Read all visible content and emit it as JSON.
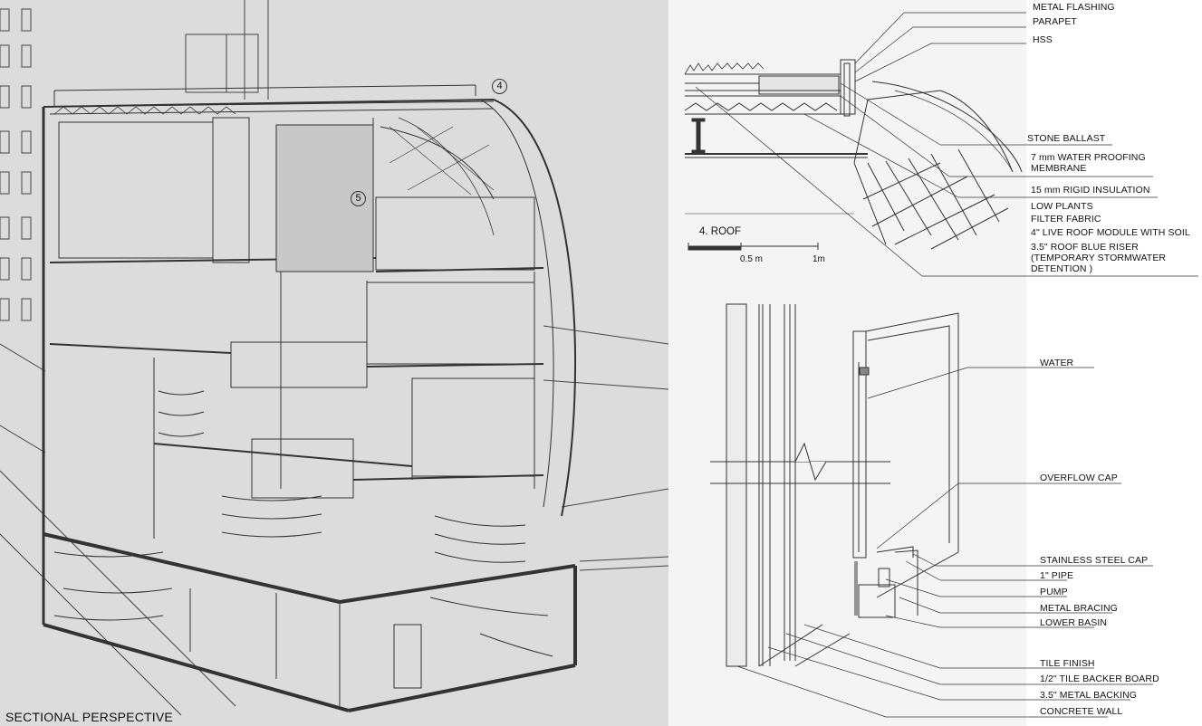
{
  "left_panel": {
    "title": "SECTIONAL PERSPECTIVE",
    "callouts": [
      "4",
      "5"
    ]
  },
  "roof_detail": {
    "title": "4. ROOF",
    "scale": [
      "0.5 m",
      "1m"
    ],
    "labels": [
      "METAL FLASHING",
      "PARAPET",
      "HSS",
      "STONE BALLAST",
      "7 mm WATER PROOFING MEMBRANE",
      "15 mm RIGID INSULATION",
      "LOW PLANTS",
      "FILTER FABRIC",
      "4\" LIVE ROOF MODULE WITH SOIL",
      "3.5\" ROOF BLUE RISER (TEMPORARY STORMWATER DETENTION )"
    ]
  },
  "wall_detail": {
    "labels": [
      "WATER",
      "OVERFLOW CAP",
      "STAINLESS STEEL CAP",
      "1\" PIPE",
      "PUMP",
      "METAL BRACING",
      "LOWER BASIN",
      "TILE FINISH",
      "1/2\" TILE BACKER BOARD",
      "3.5\" METAL BACKING",
      "CONCRETE WALL"
    ]
  },
  "colors": {
    "left_background": "#dcdcdc",
    "right_background": "#f4f4f4",
    "line": "#333333",
    "panel_fill": "#c8c8c8"
  }
}
